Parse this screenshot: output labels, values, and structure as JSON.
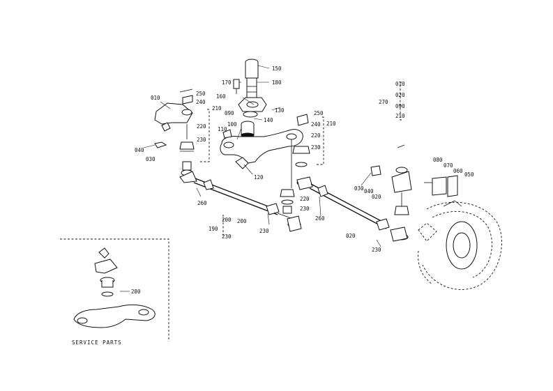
{
  "service_parts_title": "SERVICE PARTS",
  "colors": {
    "ink": "#111111",
    "paper": "#ffffff"
  },
  "callouts": {
    "c150": "150",
    "c180": "180",
    "c170": "170",
    "c160": "160",
    "c130": "130",
    "c140": "140",
    "c090": "090",
    "c100": "100",
    "c110": "110",
    "c120": "120",
    "c010": "010",
    "c250a": "250",
    "c240a": "240",
    "c210a": "210",
    "c220a": "220",
    "c230a": "230",
    "c040a": "040",
    "c030a": "030",
    "c250b": "250",
    "c240b": "240",
    "c210b": "210",
    "c220b": "220",
    "c230b": "230",
    "c220c": "220",
    "c230c": "230",
    "c260a": "260",
    "c200a": "200",
    "c230d": "230",
    "c190": "190",
    "c200b": "200",
    "c230e": "230",
    "c260b": "260",
    "c020a": "020",
    "c230f": "230",
    "c270": "270",
    "c010b": "010",
    "c020b": "020",
    "c090b": "090",
    "c210c": "210",
    "c030b": "030",
    "c040b": "040",
    "c020c": "020",
    "c080": "080",
    "c070": "070",
    "c060": "060",
    "c050": "050",
    "c280": "280"
  }
}
